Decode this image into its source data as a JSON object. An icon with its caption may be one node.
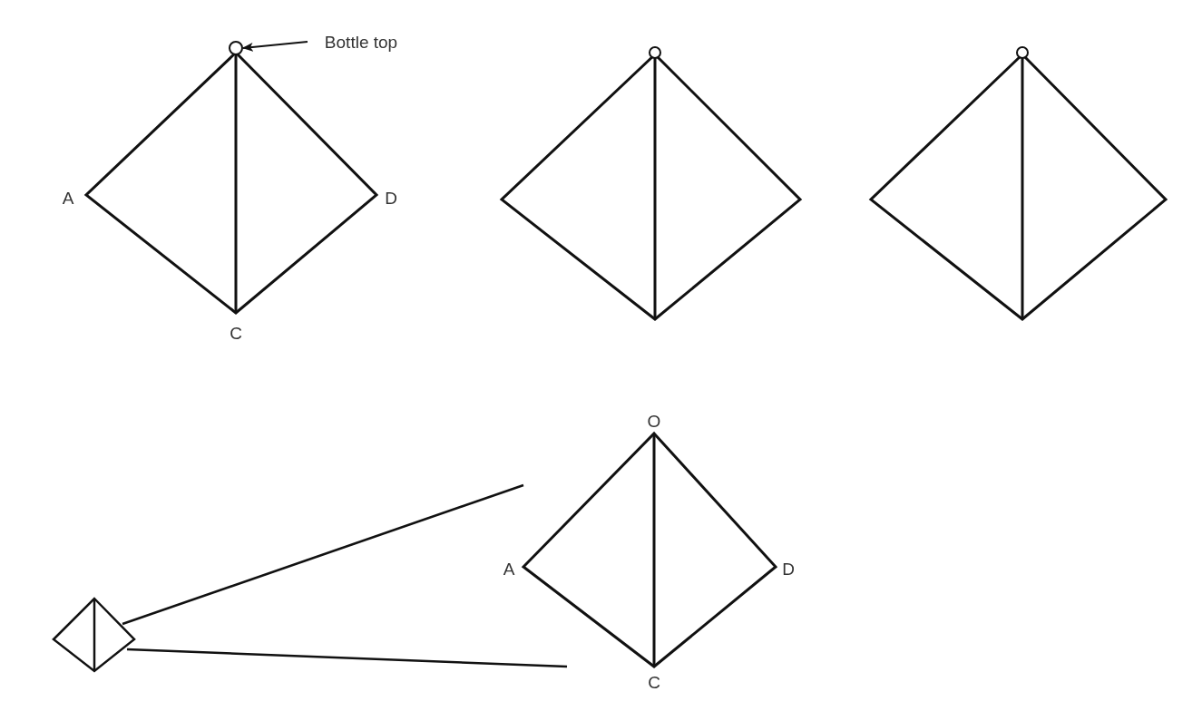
{
  "diagram": {
    "nodes": [
      {
        "text": [
          "Bottle top"
        ]
      },
      {
        "text": [],
        "shape": "circle"
      },
      {
        "text": [],
        "shape": "diamond"
      },
      {
        "text": [],
        "shape": "diamond"
      }
    ],
    "edges": [
      {
        "from": 0,
        "to": 1,
        "arrow": "to"
      },
      {
        "from": 2,
        "to": 3,
        "arrow": "none"
      },
      {
        "from": 2,
        "to": 3,
        "arrow": "none"
      }
    ],
    "labels": [
      "A",
      "D",
      "C",
      "O",
      "A",
      "D",
      "C"
    ]
  }
}
